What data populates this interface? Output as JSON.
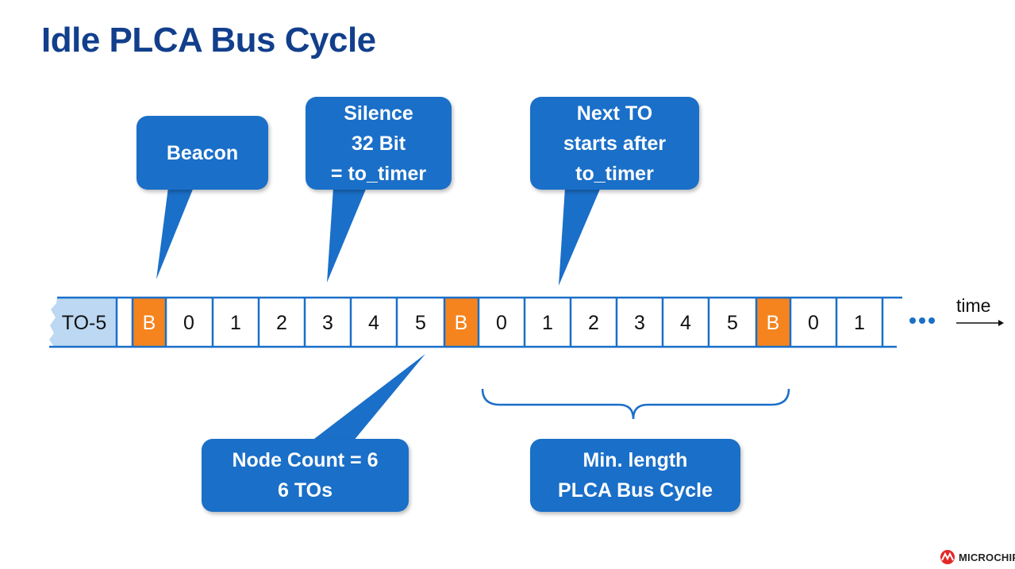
{
  "title": "Idle PLCA Bus Cycle",
  "timeline": {
    "first_label": "TO-5",
    "cells": [
      {
        "label": "B",
        "beacon": true
      },
      {
        "label": "0",
        "beacon": false
      },
      {
        "label": "1",
        "beacon": false
      },
      {
        "label": "2",
        "beacon": false
      },
      {
        "label": "3",
        "beacon": false
      },
      {
        "label": "4",
        "beacon": false
      },
      {
        "label": "5",
        "beacon": false
      },
      {
        "label": "B",
        "beacon": true
      },
      {
        "label": "0",
        "beacon": false
      },
      {
        "label": "1",
        "beacon": false
      },
      {
        "label": "2",
        "beacon": false
      },
      {
        "label": "3",
        "beacon": false
      },
      {
        "label": "4",
        "beacon": false
      },
      {
        "label": "5",
        "beacon": false
      },
      {
        "label": "B",
        "beacon": true
      },
      {
        "label": "0",
        "beacon": false
      },
      {
        "label": "1",
        "beacon": false
      }
    ],
    "time_label": "time"
  },
  "callouts": {
    "beacon": [
      "Beacon"
    ],
    "silence": [
      "Silence",
      "32 Bit",
      "= to_timer"
    ],
    "next_to": [
      "Next TO",
      "starts after",
      "to_timer"
    ],
    "node_count": [
      "Node Count = 6",
      "6 TOs"
    ],
    "min_length": [
      "Min. length",
      "PLCA Bus Cycle"
    ]
  },
  "logo": {
    "text": "MICROCHIP"
  },
  "colors": {
    "title": "#123f8c",
    "callout": "#1a6fc8",
    "beacon": "#f5841f",
    "first_slot": "#bcd8f2",
    "line": "#1a6fc8"
  }
}
